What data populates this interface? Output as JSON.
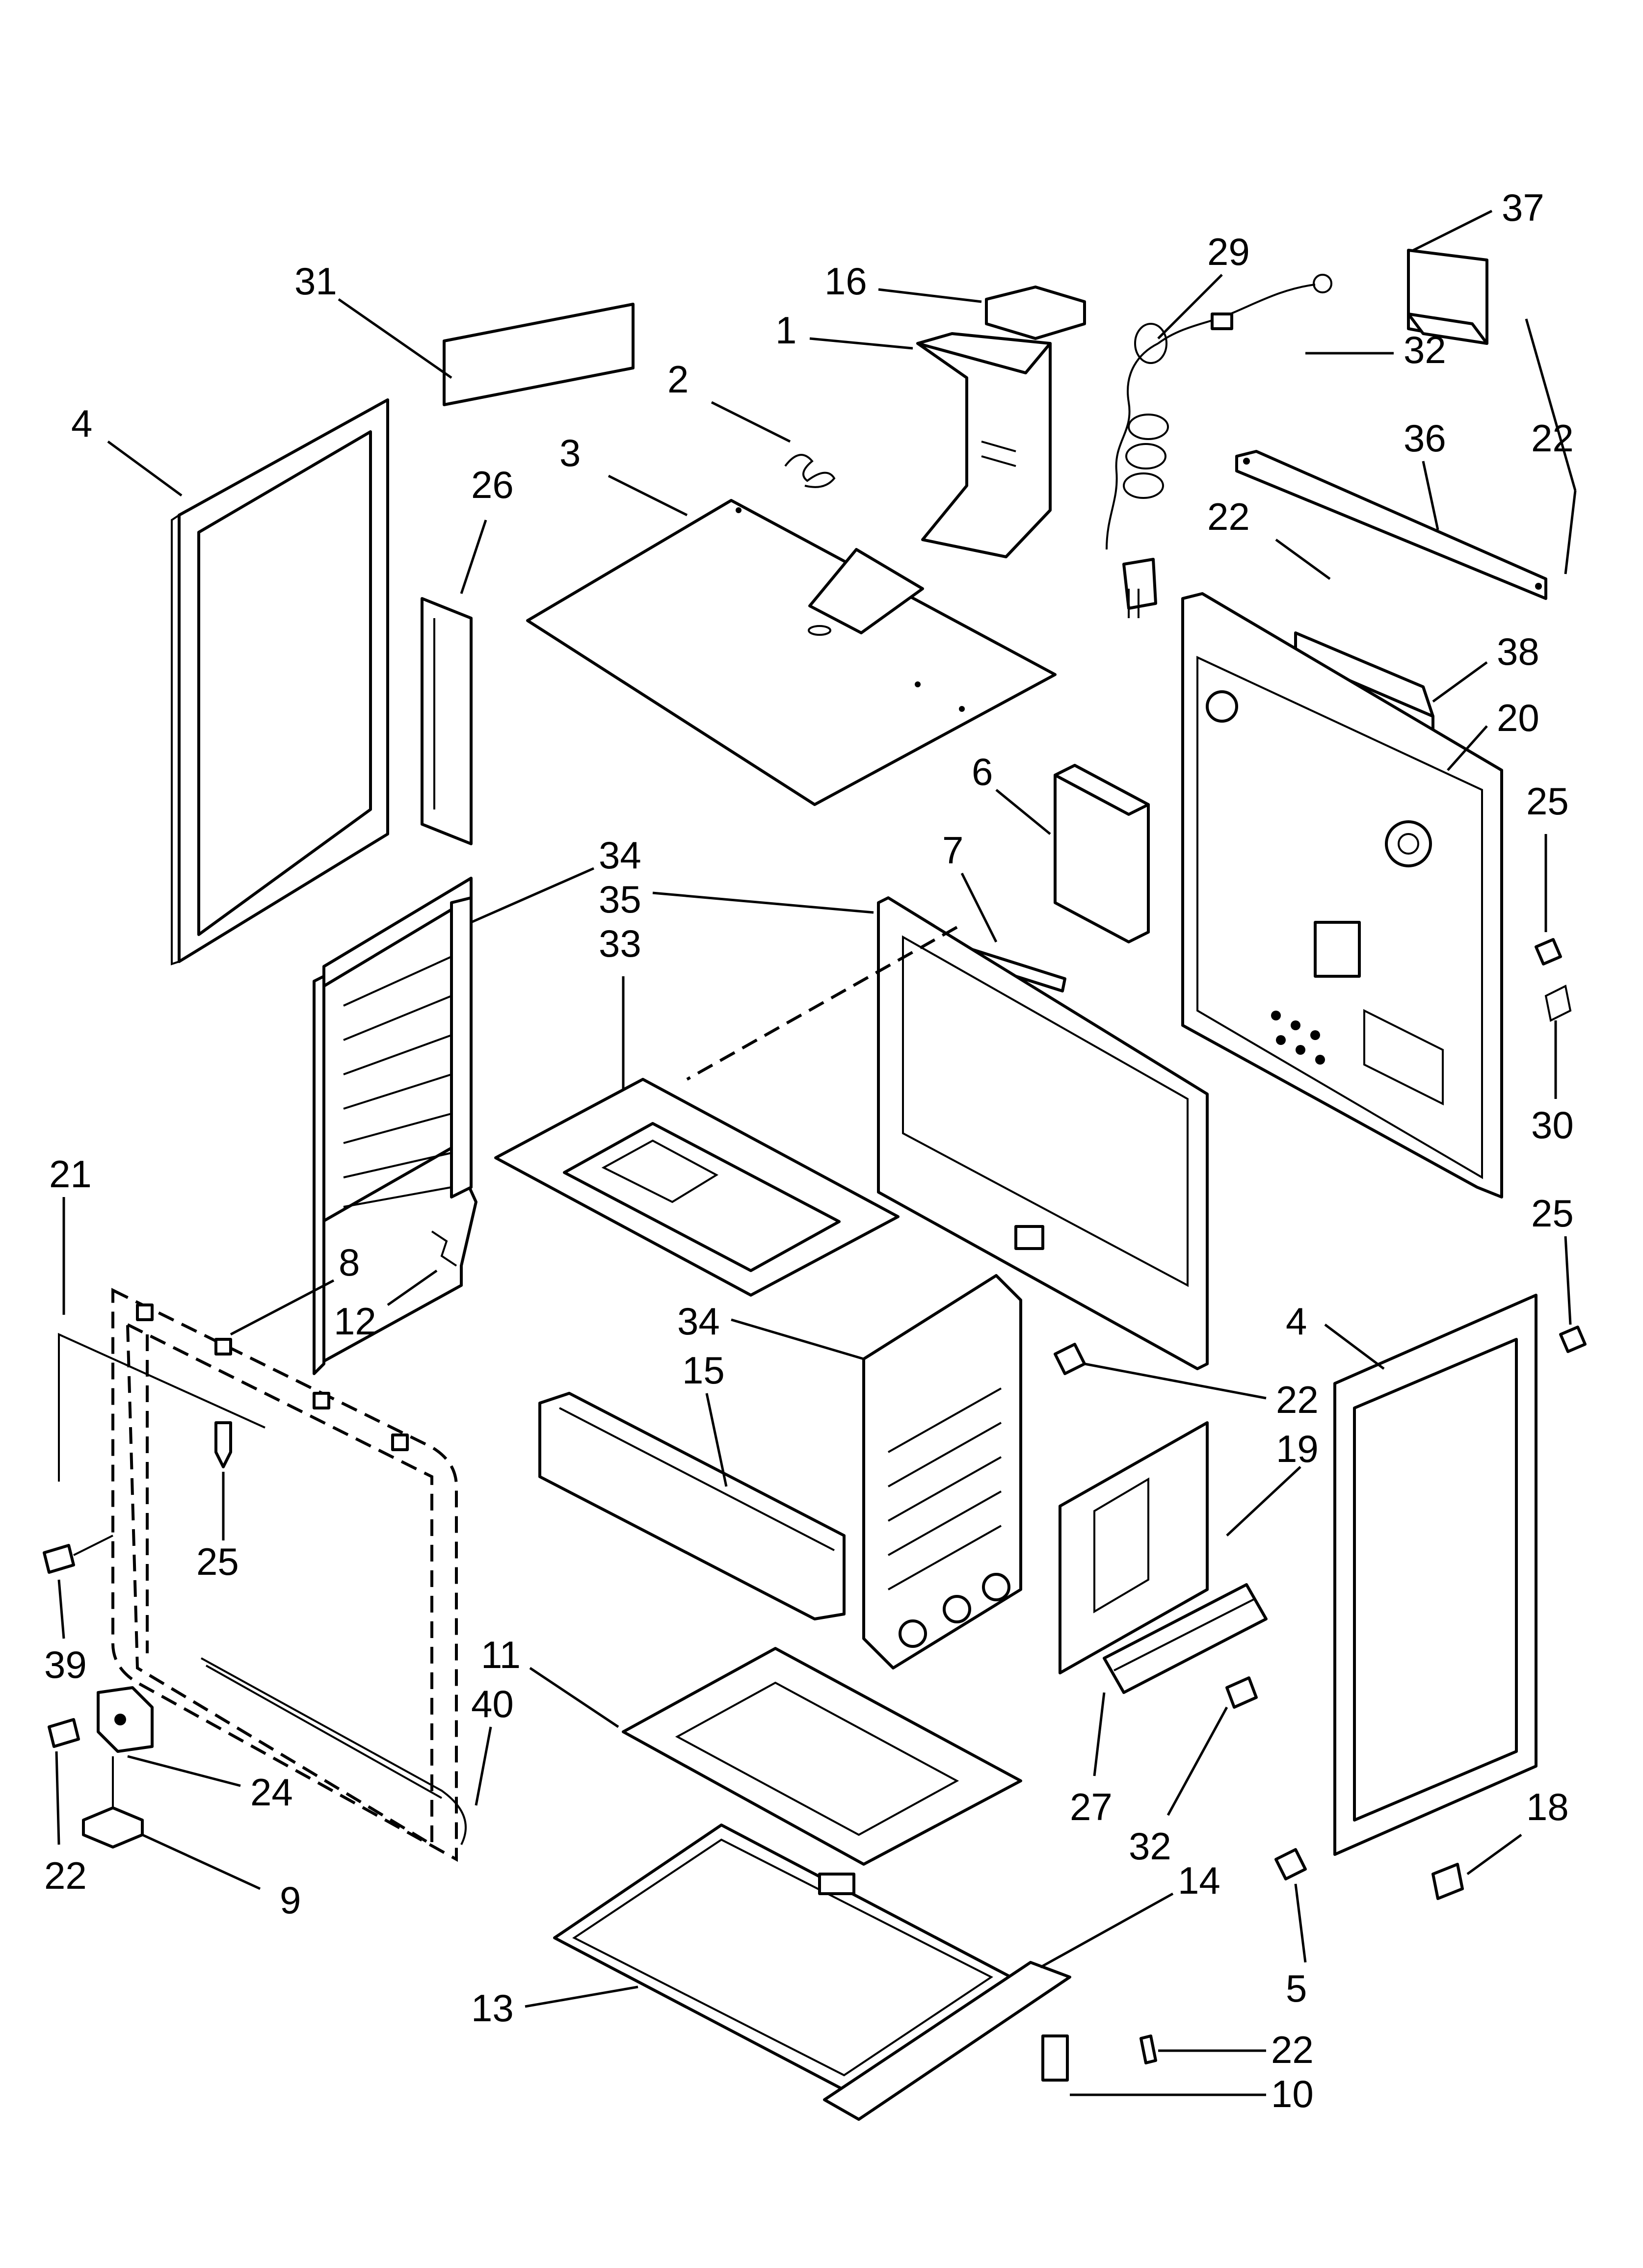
{
  "diagram": {
    "callouts": [
      {
        "id": "c31",
        "label": "31"
      },
      {
        "id": "c16",
        "label": "16"
      },
      {
        "id": "c29",
        "label": "29"
      },
      {
        "id": "c37",
        "label": "37"
      },
      {
        "id": "c1",
        "label": "1"
      },
      {
        "id": "c2",
        "label": "2"
      },
      {
        "id": "c4a",
        "label": "4"
      },
      {
        "id": "c32a",
        "label": "32"
      },
      {
        "id": "c22a",
        "label": "22"
      },
      {
        "id": "c36",
        "label": "36"
      },
      {
        "id": "c3",
        "label": "3"
      },
      {
        "id": "c26",
        "label": "26"
      },
      {
        "id": "c22b",
        "label": "22"
      },
      {
        "id": "c38",
        "label": "38"
      },
      {
        "id": "c20",
        "label": "20"
      },
      {
        "id": "c6",
        "label": "6"
      },
      {
        "id": "c25a",
        "label": "25"
      },
      {
        "id": "c34a",
        "label": "34"
      },
      {
        "id": "c7",
        "label": "7"
      },
      {
        "id": "c35",
        "label": "35"
      },
      {
        "id": "c33",
        "label": "33"
      },
      {
        "id": "c21",
        "label": "21"
      },
      {
        "id": "c30",
        "label": "30"
      },
      {
        "id": "c25b",
        "label": "25"
      },
      {
        "id": "c8",
        "label": "8"
      },
      {
        "id": "c12",
        "label": "12"
      },
      {
        "id": "c34b",
        "label": "34"
      },
      {
        "id": "c4b",
        "label": "4"
      },
      {
        "id": "c15",
        "label": "15"
      },
      {
        "id": "c22c",
        "label": "22"
      },
      {
        "id": "c19",
        "label": "19"
      },
      {
        "id": "c25c",
        "label": "25"
      },
      {
        "id": "c39",
        "label": "39"
      },
      {
        "id": "c11",
        "label": "11"
      },
      {
        "id": "c40",
        "label": "40"
      },
      {
        "id": "c27",
        "label": "27"
      },
      {
        "id": "c24",
        "label": "24"
      },
      {
        "id": "c32b",
        "label": "32"
      },
      {
        "id": "c18",
        "label": "18"
      },
      {
        "id": "c22d",
        "label": "22"
      },
      {
        "id": "c9",
        "label": "9"
      },
      {
        "id": "c14",
        "label": "14"
      },
      {
        "id": "c5",
        "label": "5"
      },
      {
        "id": "c13",
        "label": "13"
      },
      {
        "id": "c22e",
        "label": "22"
      },
      {
        "id": "c10",
        "label": "10"
      }
    ]
  }
}
